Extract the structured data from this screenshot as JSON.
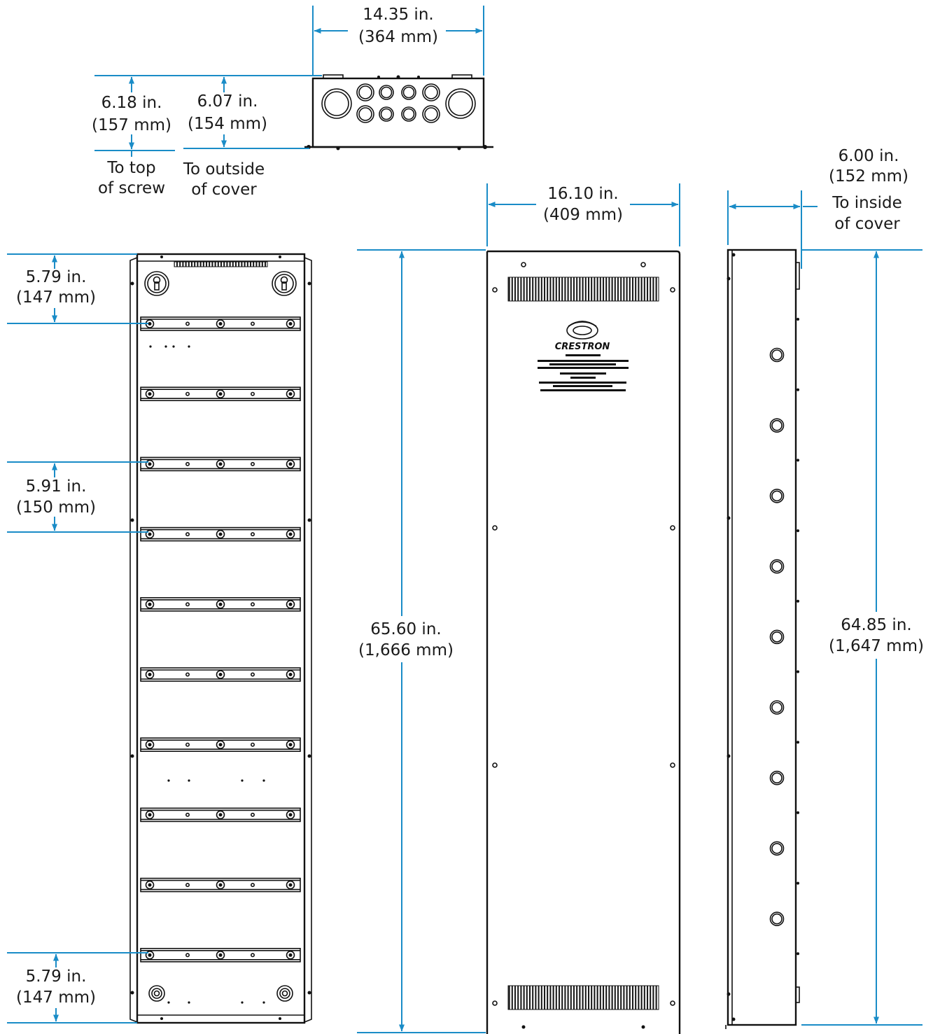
{
  "dimensions": {
    "top_width": {
      "line1": "14.35 in.",
      "line2": "(364 mm)"
    },
    "top_height_screw": {
      "line1": "6.18 in.",
      "line2": "(157 mm)",
      "note1": "To top",
      "note2": "of screw"
    },
    "top_height_cover": {
      "line1": "6.07 in.",
      "line2": "(154 mm)",
      "note1": "To outside",
      "note2": "of cover"
    },
    "front_width": {
      "line1": "16.10 in.",
      "line2": "(409 mm)"
    },
    "side_depth": {
      "line1": "6.00 in.",
      "line2": "(152 mm)",
      "note1": "To inside",
      "note2": "of cover"
    },
    "back_top_offset": {
      "line1": "5.79 in.",
      "line2": "(147 mm)"
    },
    "back_pitch": {
      "line1": "5.91 in.",
      "line2": "(150 mm)"
    },
    "back_bottom_offset": {
      "line1": "5.79 in.",
      "line2": "(147 mm)"
    },
    "front_height": {
      "line1": "65.60 in.",
      "line2": "(1,666 mm)"
    },
    "side_height": {
      "line1": "64.85 in.",
      "line2": "(1,647 mm)"
    }
  },
  "logo_text": "CRESTRON",
  "colors": {
    "dimension": "#1a8cc7",
    "ink": "#111111"
  }
}
